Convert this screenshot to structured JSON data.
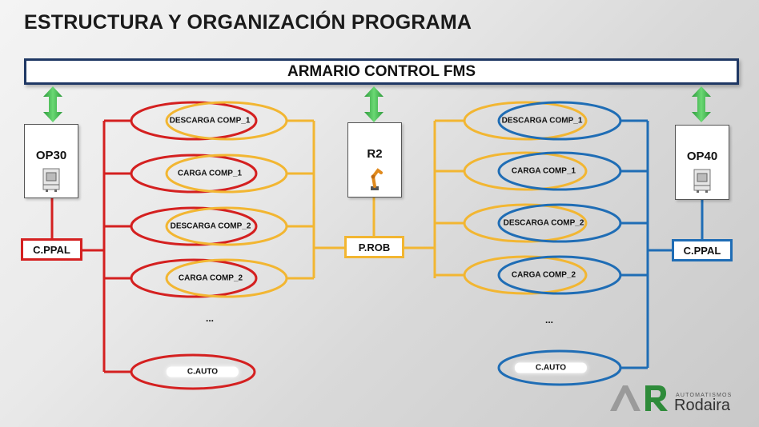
{
  "title": "ESTRUCTURA Y ORGANIZACIÓN PROGRAMA",
  "fms_label": "ARMARIO CONTROL FMS",
  "left_station": {
    "label": "OP30",
    "ppal": "C.PPAL",
    "icon": "machine-icon"
  },
  "center_station": {
    "label": "R2",
    "prob": "P.ROB",
    "icon": "robot-arm-icon"
  },
  "right_station": {
    "label": "OP40",
    "ppal": "C.PPAL",
    "icon": "machine-icon"
  },
  "left_items": [
    "DESCARGA COMP_1",
    "CARGA COMP_1",
    "DESCARGA COMP_2",
    "CARGA COMP_2"
  ],
  "right_items": [
    "DESCARGA COMP_1",
    "CARGA COMP_1",
    "DESCARGA COMP_2",
    "CARGA COMP_2"
  ],
  "ellipsis": "...",
  "auto_label": "C.AUTO",
  "logo": {
    "small": "AUTOMATISMOS",
    "name": "Rodaira"
  },
  "colors": {
    "red": "#d42020",
    "yellow": "#f2b632",
    "blue": "#1f6db5",
    "green": "#3cb04a",
    "navy": "#1f3864"
  }
}
